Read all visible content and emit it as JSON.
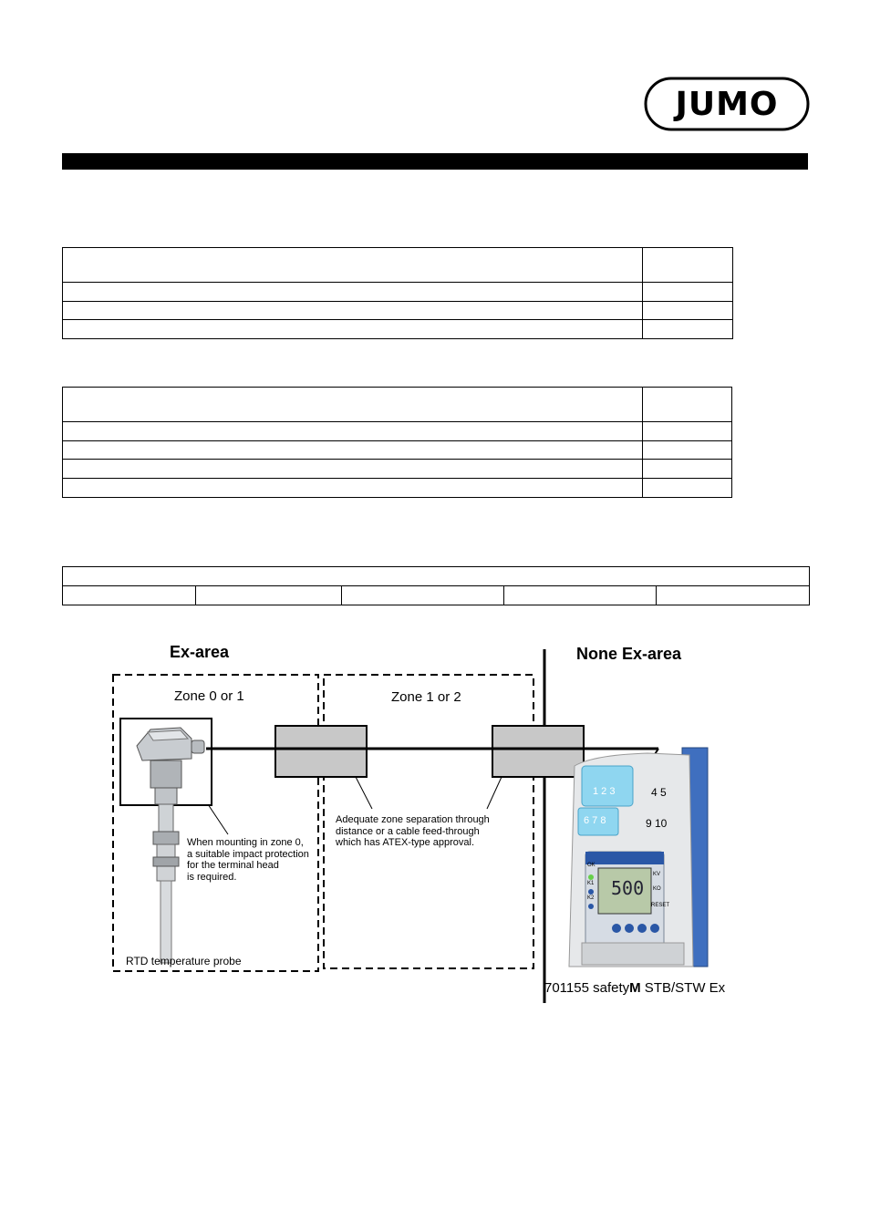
{
  "brand": {
    "logo_text": "JUMO"
  },
  "diagram": {
    "ex_area_label": "Ex-area",
    "non_ex_area_label": "None Ex-area",
    "zone_a_label": "Zone 0 or 1",
    "zone_b_label": "Zone 1 or 2",
    "mounting_note": [
      "When mounting in zone 0,",
      "a suitable impact protection",
      "for the terminal head",
      "is required."
    ],
    "separation_note": [
      "Adequate zone separation through",
      "distance or a cable feed-through",
      "which has ATEX-type approval."
    ],
    "probe_label": "RTD temperature probe",
    "device_caption": {
      "prefix": "701155 safety",
      "bold": "M",
      "suffix": " STB/STW Ex"
    },
    "device_panel": {
      "terminals_top": [
        "1 2 3",
        "4 5"
      ],
      "terminals_bottom": [
        "6 7 8",
        "9 10"
      ],
      "left_leds": [
        "OK",
        "K1",
        "K2"
      ],
      "right_keys": [
        "KV",
        "KO",
        "RESET"
      ],
      "display_value": "500"
    }
  }
}
